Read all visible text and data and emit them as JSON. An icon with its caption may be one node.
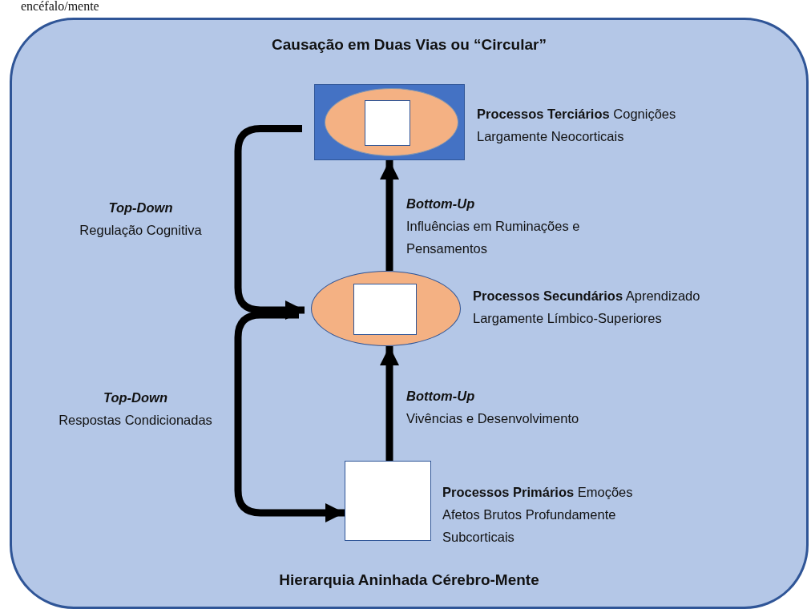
{
  "diagram": {
    "nodes": [
      {
        "text": [
          "Causação em Duas Vias ou “Circular”",
          "Hierarquia Aninhada Cérebro-Mente"
        ]
      },
      {
        "text": [],
        "shape": "box",
        "in": 0,
        "beside": [
          "**Processos Terciários** Cognições Largamente Neocorticais"
        ]
      },
      {
        "text": [],
        "shape": "ellipse",
        "in": 1
      },
      {
        "text": [],
        "shape": "box",
        "in": 2
      },
      {
        "text": [],
        "shape": "ellipse",
        "in": 0,
        "beside": [
          "**Processos Secundários** Aprendizado Largamente Límbico-Superiores"
        ]
      },
      {
        "text": [],
        "shape": "box",
        "in": 4
      },
      {
        "text": [],
        "shape": "box",
        "in": 0,
        "beside": [
          "**Processos Primários** Emoções Afetos Brutos Profundamente Subcorticais"
        ]
      }
    ],
    "edges": [
      {
        "from": 1,
        "to": 4,
        "arrow": "to",
        "label": "*Top-Down* Regulação Cognitiva"
      },
      {
        "from": 4,
        "to": 1,
        "arrow": "to",
        "label": "*Bottom-Up* Influências em Ruminações e Pensamentos"
      },
      {
        "from": 4,
        "to": 6,
        "arrow": "to",
        "label": "*Top-Down* Respostas Condicionadas"
      },
      {
        "from": 6,
        "to": 4,
        "arrow": "to",
        "label": "*Bottom-Up* Vivências e Desenvolvimento"
      }
    ],
    "labels": [
      "encéfalo/mente"
    ]
  }
}
